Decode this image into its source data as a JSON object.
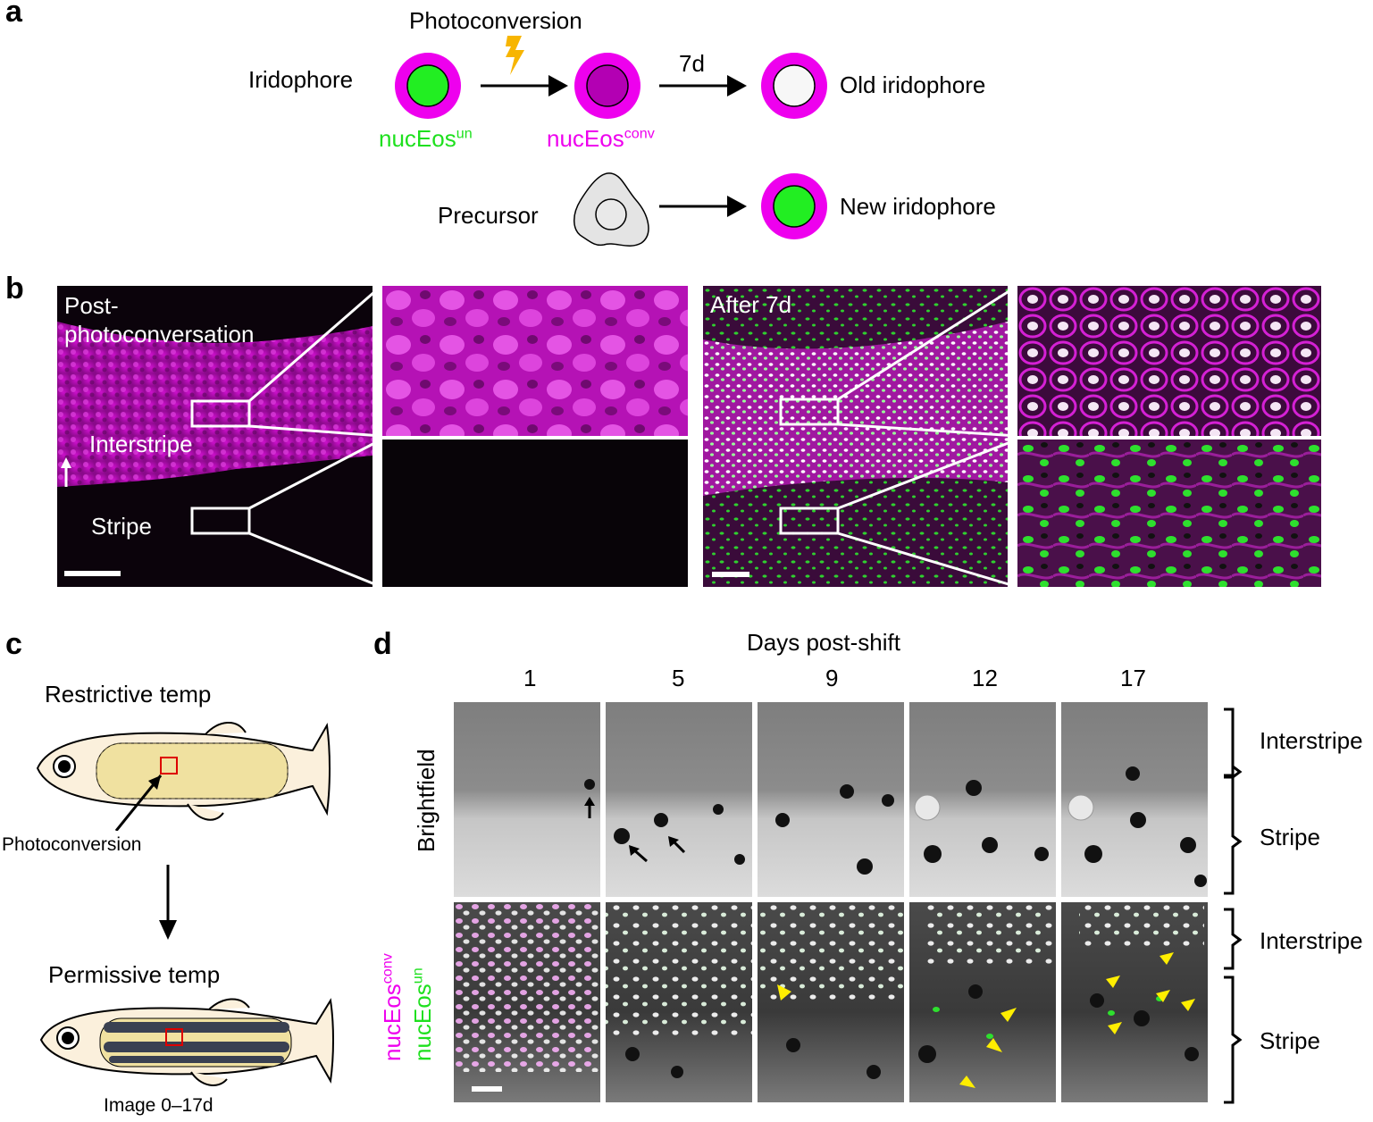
{
  "panels": {
    "a": "a",
    "b": "b",
    "c": "c",
    "d": "d"
  },
  "panel_a": {
    "row1_label": "Iridophore",
    "photoconversion": "Photoconversion",
    "nuc_un_base": "nucEos",
    "nuc_un_sup": "un",
    "nuc_conv_base": "nucEos",
    "nuc_conv_sup": "conv",
    "duration": "7d",
    "old_label": "Old iridophore",
    "row2_label": "Precursor",
    "new_label": "New iridophore"
  },
  "panel_b": {
    "left_title": "Post-\nphotoconversation",
    "interstripe": "Interstripe",
    "stripe": "Stripe",
    "right_title": "After 7d"
  },
  "panel_c": {
    "restrictive": "Restrictive temp",
    "photoconversion": "Photoconversion",
    "permissive": "Permissive temp",
    "image_range": "Image 0–17d"
  },
  "panel_d": {
    "header": "Days post-shift",
    "days": [
      "1",
      "5",
      "9",
      "12",
      "17"
    ],
    "row1_label": "Brightfield",
    "row2_label_line1_base": "nucEos",
    "row2_label_line1_sup": "conv",
    "row2_label_line2_base": "nucEos",
    "row2_label_line2_sup": "un",
    "bracket_labels": [
      "Interstripe",
      "Stripe",
      "Interstripe",
      "Stripe"
    ]
  },
  "colors": {
    "magenta": "#ee00ee",
    "green": "#1ee01e",
    "lightning": "#f7b500",
    "arrowhead_yellow": "#ffee00"
  }
}
